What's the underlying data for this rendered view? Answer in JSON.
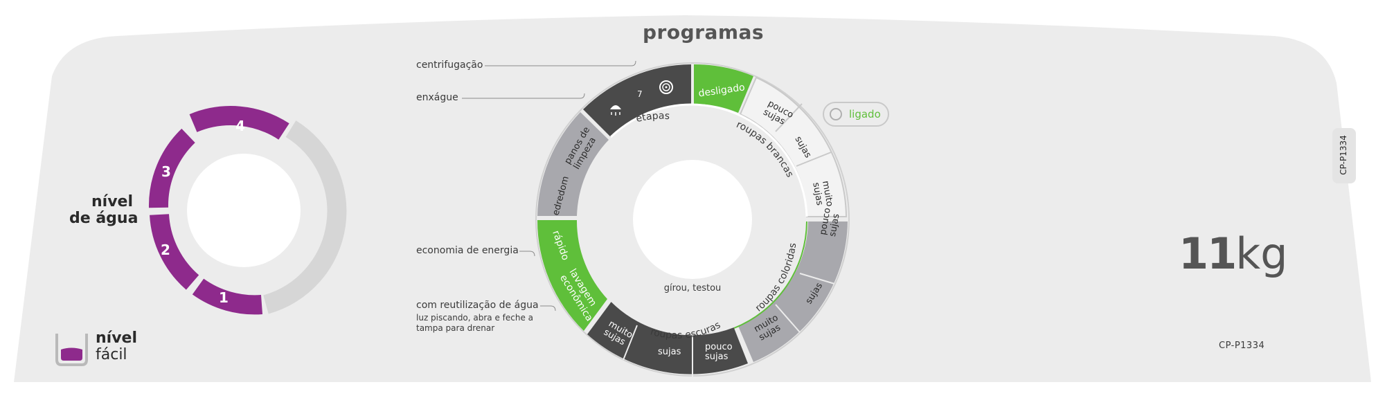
{
  "panel": {
    "title": "programas",
    "side_code": "CP-P1334",
    "model_code": "CP-P1334",
    "capacity_number": "11",
    "capacity_unit": "kg"
  },
  "water_level": {
    "title_line1": "nível",
    "title_line2": "de água",
    "levels": [
      "1",
      "2",
      "3",
      "4"
    ],
    "color_active": "#8e2a8c",
    "color_inactive": "#d6d6d6"
  },
  "brand": {
    "line1": "nível",
    "line2": "fácil"
  },
  "callouts": {
    "centrifugacao": "centrifugação",
    "enxague": "enxágue",
    "economia": "economia de energia",
    "reutilizacao": "com reutilização de água",
    "reutilizacao_sub": "luz piscando, abra e feche a tampa para drenar"
  },
  "power": {
    "label": "ligado"
  },
  "program_dial": {
    "colors": {
      "green": "#5fbf3a",
      "dark": "#4a4a4a",
      "grey": "#a8a8ad",
      "outline": "#d0d0d0"
    },
    "segments": {
      "desligado": "desligado",
      "pouco_sujas_1": "pouco sujas",
      "sujas_1": "sujas",
      "muito_sujas_1": "muito sujas",
      "pouco_sujas_2": "pouco sujas",
      "sujas_2": "sujas",
      "muito_sujas_2": "muito sujas",
      "pouco_sujas_3": "pouco sujas",
      "sujas_3": "sujas",
      "muito_sujas_3": "muito sujas",
      "rapido": "rápido",
      "lavagem_economica": "lavagem econômica",
      "edredom": "edredom",
      "panos": "panos de limpeza",
      "etapas_num": "7"
    },
    "inner_labels": {
      "etapas": "etapas",
      "roupas_brancas": "roupas brancas",
      "roupas_coloridas": "roupas coloridas",
      "roupas_escuras": "roupas escuras",
      "girou": "gírou, testou"
    }
  }
}
